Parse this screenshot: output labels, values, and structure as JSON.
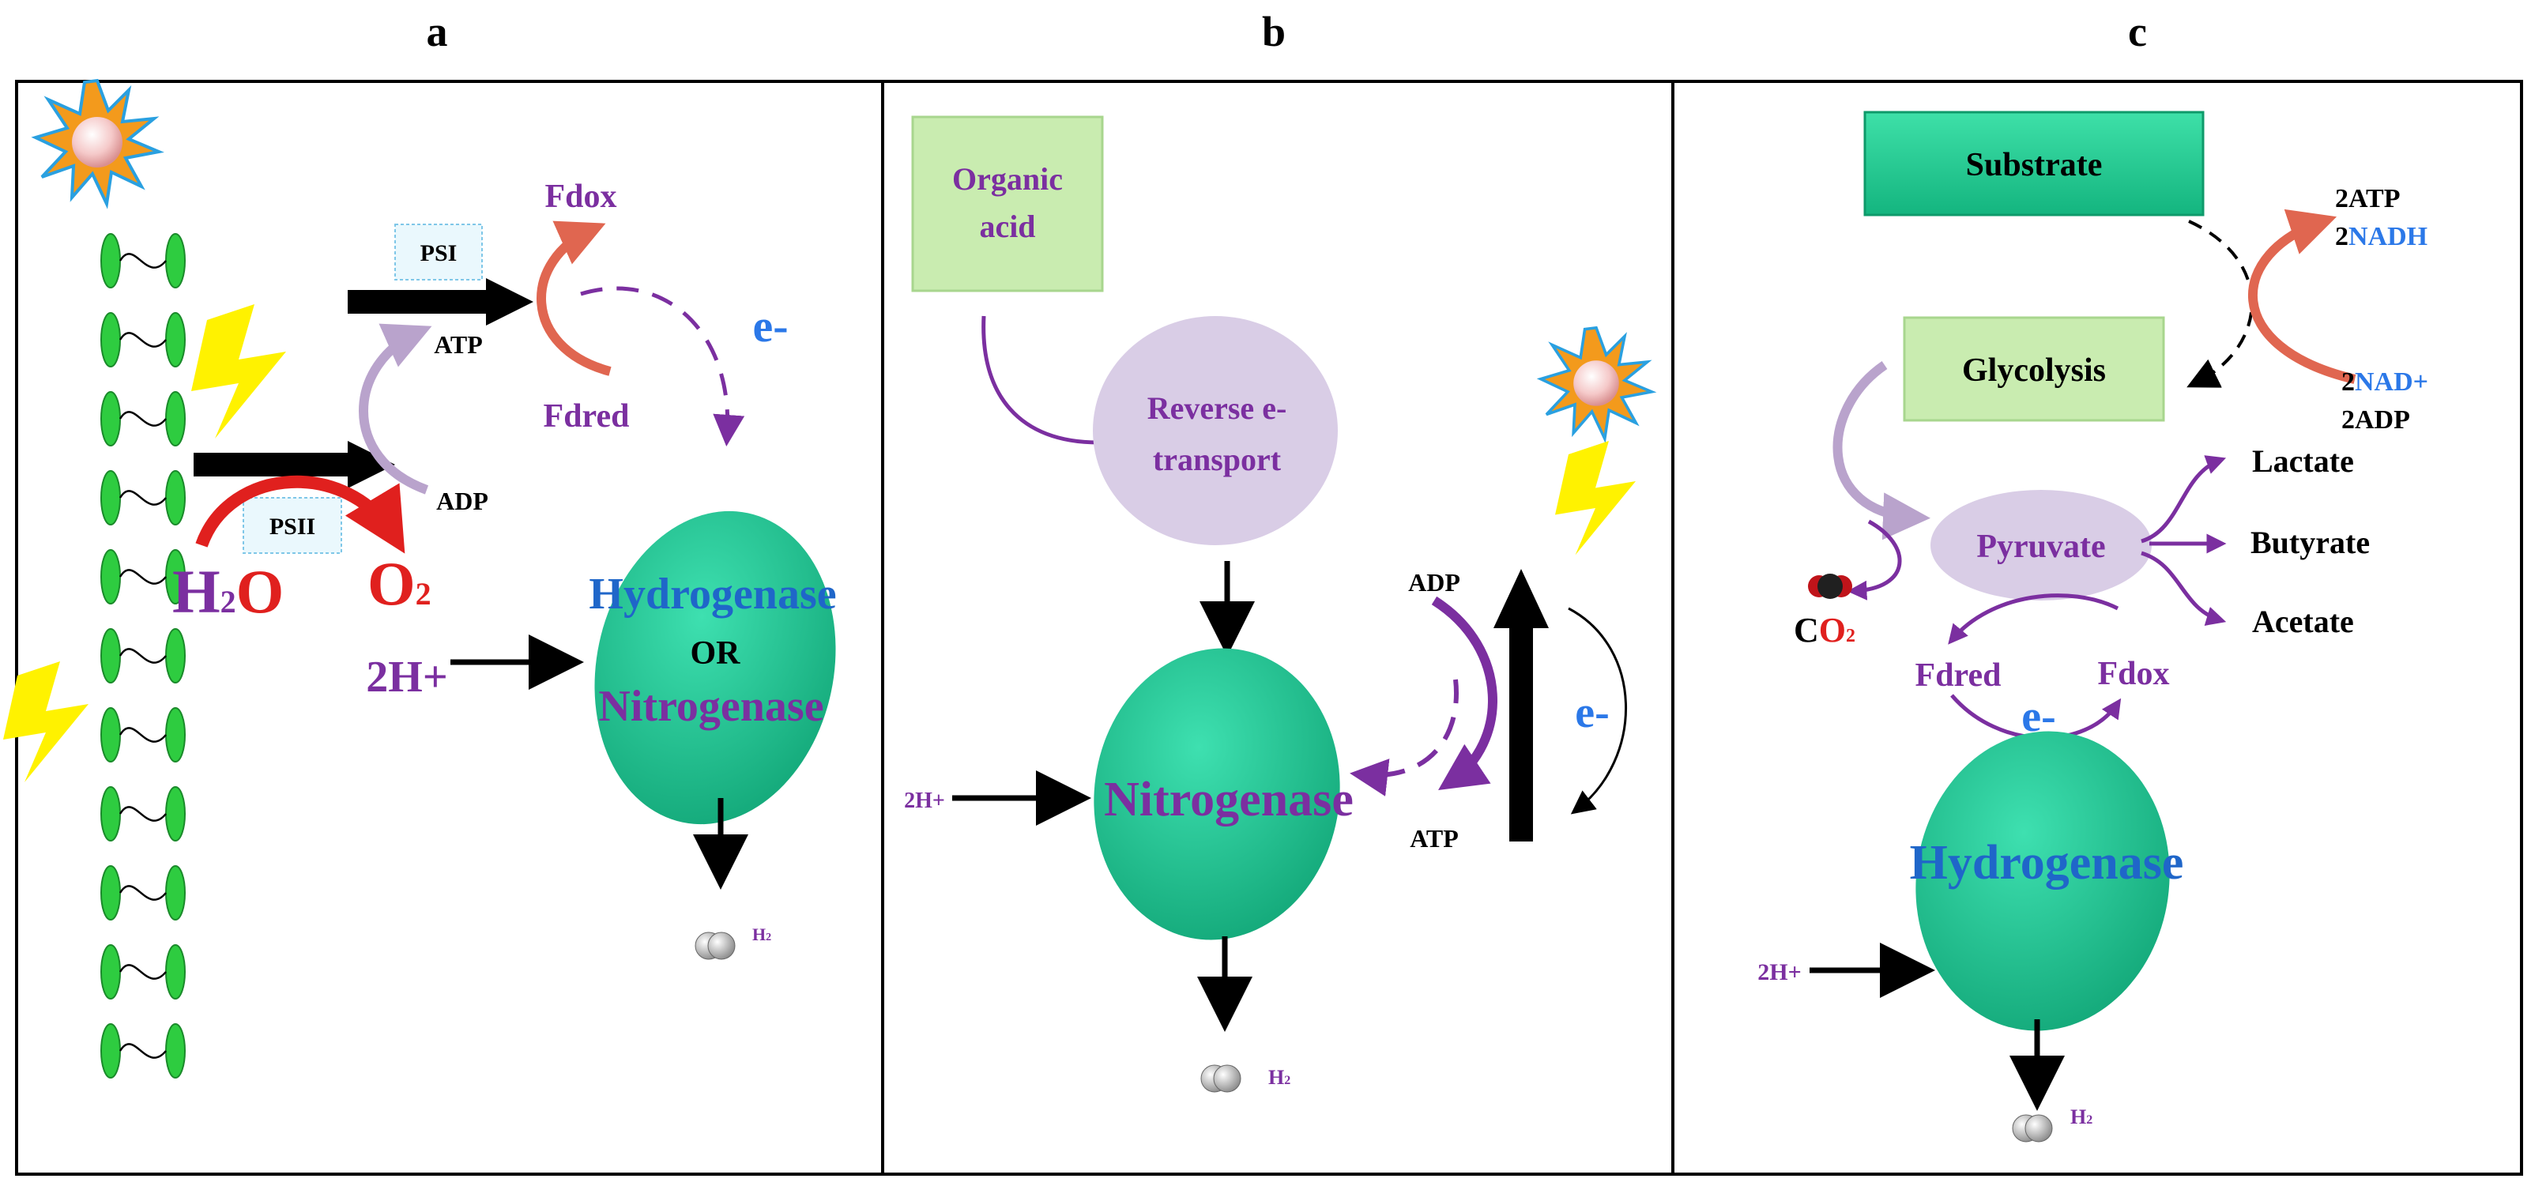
{
  "panels": {
    "a": {
      "letter": "a",
      "psi": "PSI",
      "psii": "PSII",
      "fdox": "Fdox",
      "fdred": "Fdred",
      "eminus": "e-",
      "atp": "ATP",
      "adp": "ADP",
      "h2o_h": "H",
      "h2o_sub": "2",
      "h2o_o": "O",
      "o2_o": "O",
      "o2_sub": "2",
      "two_h_plus": "2H+",
      "hydrogenase": "Hydrogenase",
      "or": "OR",
      "nitrogenase": "Nitrogenase",
      "h2_h": "H",
      "h2_sub": "2"
    },
    "b": {
      "letter": "b",
      "organic_acid_1": "Organic",
      "organic_acid_2": "acid",
      "reverse_1": "Reverse e-",
      "reverse_2": "transport",
      "nitrogenase": "Nitrogenase",
      "two_h_plus": "2H+",
      "adp": "ADP",
      "atp": "ATP",
      "eminus": "e-",
      "h2_h": "H",
      "h2_sub": "2"
    },
    "c": {
      "letter": "c",
      "substrate": "Substrate",
      "glycolysis": "Glycolysis",
      "atp2": "2ATP",
      "nadh_num": "2",
      "nadh": "NADH",
      "nad_num": "2",
      "nad": "NAD+",
      "adp2": "2ADP",
      "pyruvate": "Pyruvate",
      "lactate": "Lactate",
      "butyrate": "Butyrate",
      "acetate": "Acetate",
      "co2_c": "C",
      "co2_o": "O",
      "co2_sub": "2",
      "fdred": "Fdred",
      "fdox": "Fdox",
      "eminus": "e-",
      "hydrogenase": "Hydrogenase",
      "two_h_plus": "2H+",
      "h2_h": "H",
      "h2_sub": "2"
    }
  },
  "colors": {
    "purple": "#7b2fa0",
    "red": "#e0201e",
    "blue": "#1f66c9",
    "bright_blue": "#2b78e8",
    "enzyme": "#1fc490",
    "box_green": "#c9ecb0",
    "substrate_green": "#1fcf91",
    "lavender": "#d9cde6",
    "coral": "#e06650"
  }
}
